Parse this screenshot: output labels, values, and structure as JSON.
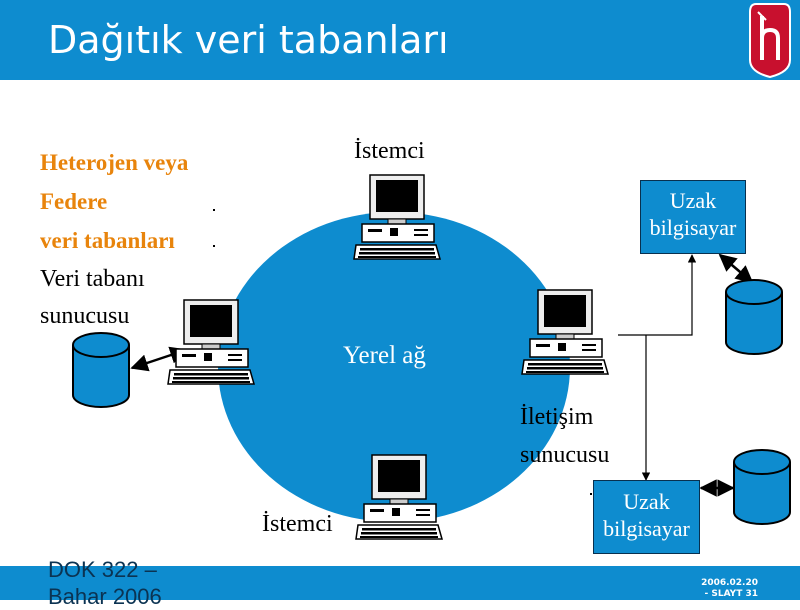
{
  "slide": {
    "title": "Dağıtık veri tabanları",
    "footer_line1": "DOK 322 –",
    "footer_line2": "Bahar 2006",
    "date": "2006.02.20",
    "slide_no": "- SLAYT 31"
  },
  "diagram": {
    "heterojen_1": "Heterojen veya",
    "heterojen_2": "Federe",
    "heterojen_3": "veri tabanları",
    "server_label_1": "Veri tabanı",
    "server_label_2": "sunucusu",
    "client_top": "İstemci",
    "client_bottom": "İstemci",
    "lan_label": "Yerel ağ",
    "comm_label_1": "İletişim",
    "comm_label_2": "sunucusu",
    "remote_top": [
      "Uzak",
      "bilgisayar"
    ],
    "remote_bottom": [
      "Uzak",
      "bilgisayar"
    ]
  },
  "colors": {
    "header": "#0e8ccf",
    "ellipse": "#0e8ccf",
    "heterojen_text": "#e8840c",
    "logo_red": "#c8102e"
  },
  "icons": [
    "hacettepe-logo",
    "computer-icon",
    "database-cylinder-icon"
  ]
}
